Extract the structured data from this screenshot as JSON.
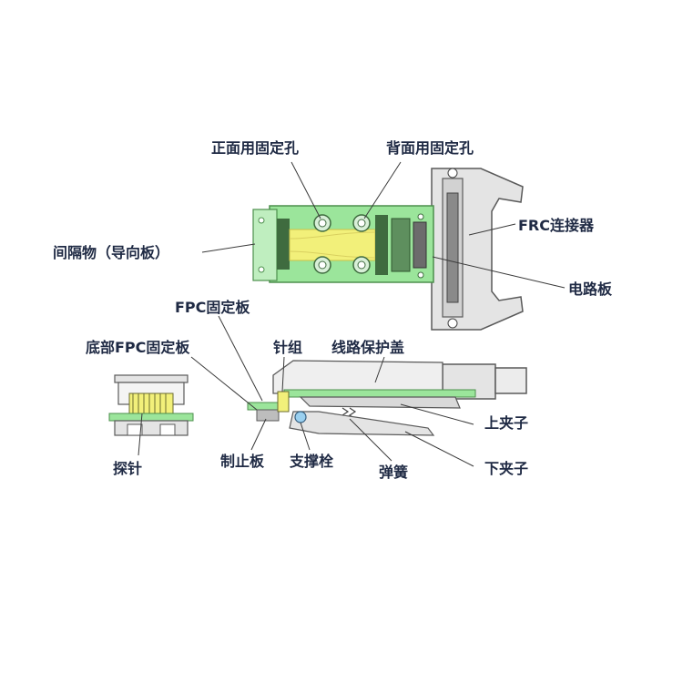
{
  "labels": {
    "front_holes": "正面用固定孔",
    "back_holes": "背面用固定孔",
    "spacer": "间隔物（导向板）",
    "frc_connector": "FRC连接器",
    "circuit_board": "电路板",
    "fpc_plate": "FPC固定板",
    "bottom_fpc_plate": "底部FPC固定板",
    "pin_group": "针组",
    "circuit_cover": "线路保护盖",
    "upper_clip": "上夹子",
    "lower_clip": "下夹子",
    "probe": "探针",
    "stopper_plate": "制止板",
    "support_bolt": "支撑栓",
    "spring": "弹簧"
  },
  "colors": {
    "pcb_green": "#9be59b",
    "pcb_edge": "#4d8f4d",
    "flex_yellow": "#f2f07a",
    "housing_gray": "#e4e4e4",
    "housing_edge": "#5a5a5a",
    "dark_gray": "#8a8a8a",
    "label_color": "#1f2a44"
  }
}
